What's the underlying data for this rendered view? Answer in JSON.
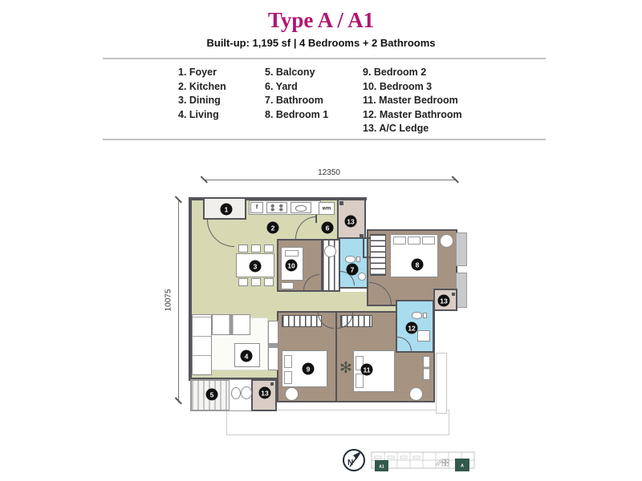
{
  "title": "Type A / A1",
  "subtitle": "Built-up: 1,195 sf  |  4 Bedrooms + 2 Bathrooms",
  "legend": {
    "col1": [
      "1. Foyer",
      "2. Kitchen",
      "3. Dining",
      "4. Living"
    ],
    "col2": [
      "5. Balcony",
      "6. Yard",
      "7. Bathroom",
      "8. Bedroom 1"
    ],
    "col3": [
      "9. Bedroom 2",
      "10. Bedroom 3",
      "11. Master Bedroom",
      "12. Master Bathroom",
      "13. A/C Ledge"
    ]
  },
  "plan": {
    "dimensions": {
      "width_label": "12350",
      "height_label": "10075"
    },
    "labels": {
      "fridge": "f",
      "washer": "wm"
    },
    "markers": [
      "1",
      "2",
      "3",
      "4",
      "5",
      "6",
      "7",
      "8",
      "9",
      "10",
      "11",
      "12",
      "13",
      "13",
      "13"
    ],
    "colors": {
      "accent": "#b01670",
      "floor_living": "#d6d9b2",
      "floor_bedroom": "#a69382",
      "floor_bathroom": "#a9dcee",
      "floor_ac_ledge": "#d9cdc5",
      "floor_foyer": "#f0efeb",
      "wall": "#54555a",
      "keyplan_unit_green": "#315a4a"
    }
  },
  "keyplan": {
    "north_label": "N",
    "unit_a1": "A1",
    "unit_a": "A"
  }
}
